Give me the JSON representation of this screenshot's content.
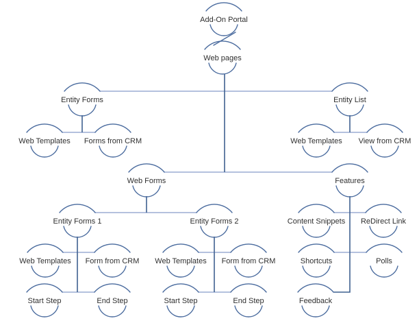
{
  "colors": {
    "background": "#ffffff",
    "arc": "#4a6b9e",
    "connector_horizontal": "#a9b8da",
    "connector_vertical": "#3f608f",
    "text": "#2f2f2f"
  },
  "tree": {
    "label": "Add-On Portal",
    "children": [
      {
        "label": "Web pages",
        "children": [
          {
            "label": "Entity Forms",
            "children": [
              {
                "label": "Web Templates"
              },
              {
                "label": "Forms from CRM"
              }
            ]
          },
          {
            "label": "Entity List",
            "children": [
              {
                "label": "Web Templates"
              },
              {
                "label": "View from CRM"
              }
            ]
          },
          {
            "label": "Web Forms",
            "children": [
              {
                "label": "Entity Forms 1",
                "children": [
                  {
                    "label": "Web Templates"
                  },
                  {
                    "label": "Form from CRM"
                  },
                  {
                    "label": "Start Step"
                  },
                  {
                    "label": "End Step"
                  }
                ]
              },
              {
                "label": "Entity Forms 2",
                "children": [
                  {
                    "label": "Web Templates"
                  },
                  {
                    "label": "Form from CRM"
                  },
                  {
                    "label": "Start Step"
                  },
                  {
                    "label": "End Step"
                  }
                ]
              }
            ]
          },
          {
            "label": "Features",
            "children": [
              {
                "label": "Content Snippets"
              },
              {
                "label": "ReDirect Link"
              },
              {
                "label": "Shortcuts"
              },
              {
                "label": "Polls"
              },
              {
                "label": "Feedback"
              }
            ]
          }
        ]
      }
    ]
  }
}
